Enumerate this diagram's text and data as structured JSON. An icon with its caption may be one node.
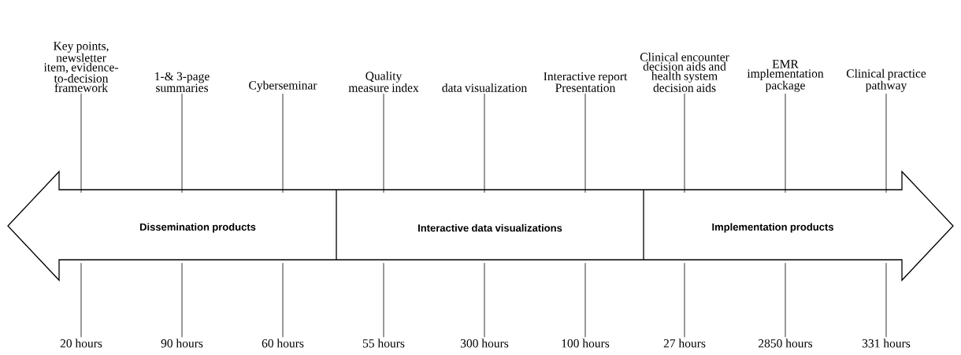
{
  "diagram": {
    "nodes": [
      {
        "text": [
          "Dissemination products"
        ]
      },
      {
        "text": [
          "Interactive data visualizations"
        ]
      },
      {
        "text": [
          "Implementation products"
        ]
      },
      {
        "text": [
          "Key points, newsletter item, evidence-to-decision framework"
        ]
      },
      {
        "text": [
          "1-& 3-page summaries"
        ]
      },
      {
        "text": [
          "Cyberseminar"
        ]
      },
      {
        "text": [
          "Quality measure index"
        ]
      },
      {
        "text": [
          "data visualization"
        ]
      },
      {
        "text": [
          "Interactive report Presentation"
        ]
      },
      {
        "text": [
          "Clinical encounter decision aids and health system decision aids"
        ]
      },
      {
        "text": [
          "EMR implementation package"
        ]
      },
      {
        "text": [
          "Clinical practice pathway"
        ]
      },
      {
        "text": [
          "20 hours"
        ]
      },
      {
        "text": [
          "90 hours"
        ]
      },
      {
        "text": [
          "60 hours"
        ]
      },
      {
        "text": [
          "55 hours"
        ]
      },
      {
        "text": [
          "300 hours"
        ]
      },
      {
        "text": [
          "100 hours"
        ]
      },
      {
        "text": [
          "27 hours"
        ]
      },
      {
        "text": [
          "2850 hours"
        ]
      },
      {
        "text": [
          "331 hours"
        ]
      }
    ],
    "edges": [
      {
        "from": 3,
        "to": 0,
        "arrow": "none"
      },
      {
        "from": 4,
        "to": 0,
        "arrow": "none"
      },
      {
        "from": 5,
        "to": 0,
        "arrow": "none"
      },
      {
        "from": 6,
        "to": 1,
        "arrow": "none"
      },
      {
        "from": 7,
        "to": 1,
        "arrow": "none"
      },
      {
        "from": 8,
        "to": 1,
        "arrow": "none"
      },
      {
        "from": 9,
        "to": 2,
        "arrow": "none"
      },
      {
        "from": 10,
        "to": 2,
        "arrow": "none"
      },
      {
        "from": 11,
        "to": 2,
        "arrow": "none"
      },
      {
        "from": 0,
        "to": 12,
        "arrow": "none"
      },
      {
        "from": 0,
        "to": 13,
        "arrow": "none"
      },
      {
        "from": 0,
        "to": 14,
        "arrow": "none"
      },
      {
        "from": 1,
        "to": 15,
        "arrow": "none"
      },
      {
        "from": 1,
        "to": 16,
        "arrow": "none"
      },
      {
        "from": 1,
        "to": 17,
        "arrow": "none"
      },
      {
        "from": 2,
        "to": 18,
        "arrow": "none"
      },
      {
        "from": 2,
        "to": 19,
        "arrow": "none"
      },
      {
        "from": 2,
        "to": 20,
        "arrow": "none"
      }
    ]
  }
}
